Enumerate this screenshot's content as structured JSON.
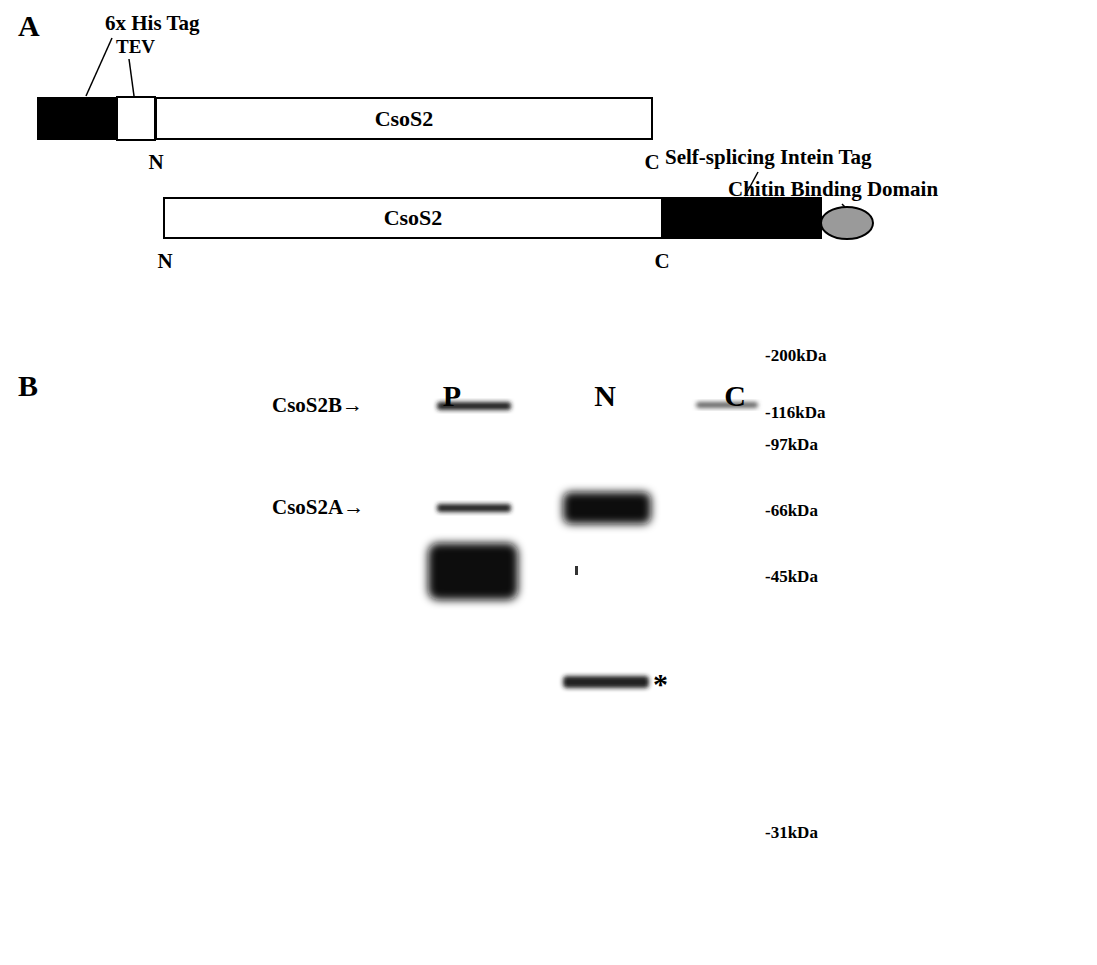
{
  "diagram": {
    "nodes": [
      {
        "text": [
          "CsoS2"
        ]
      },
      {
        "text": [
          "CsoS2"
        ]
      }
    ],
    "labels": [
      "A",
      "6x His Tag",
      "TEV",
      "N",
      "C",
      "Self-splicing Intein Tag",
      "Chitin Binding Domain",
      "N",
      "C",
      "B",
      "P",
      "N",
      "C",
      "CsoS2B→",
      "CsoS2A→",
      "-200kDa",
      "-116kDa",
      "-97kDa",
      "-66kDa",
      "-45kDa",
      "*",
      "-31kDa"
    ]
  }
}
